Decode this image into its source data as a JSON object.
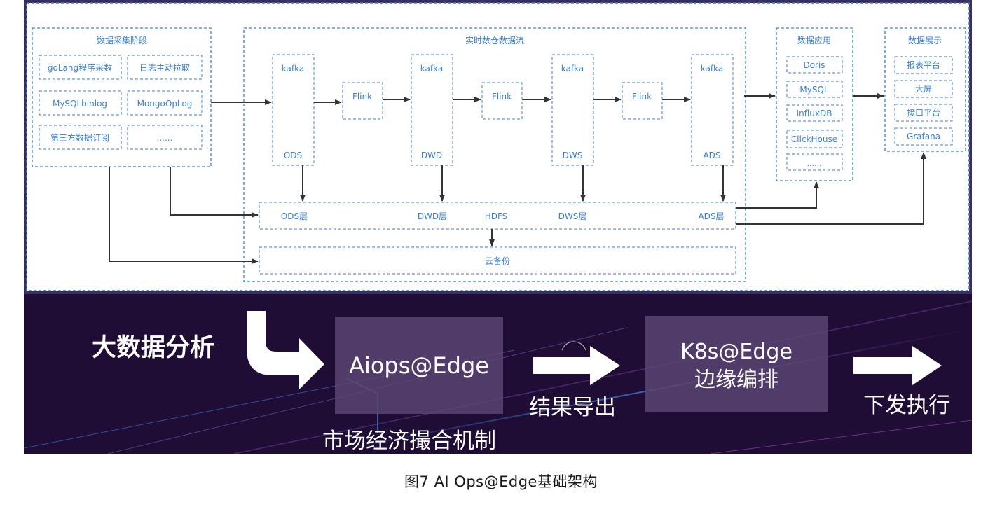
{
  "top_diagram": {
    "collection": {
      "title": "数据采集阶段",
      "sources": [
        "goLang程序采数",
        "日志主动拉取",
        "MySQLbinlog",
        "MongoOpLog",
        "第三方数据订阅",
        "......"
      ]
    },
    "realtime": {
      "title": "实时数仓数据流",
      "kafka_label": "kafka",
      "flink_label": "Flink",
      "layers": [
        "ODS",
        "DWD",
        "DWS",
        "ADS"
      ]
    },
    "storage": {
      "hdfs_layers": [
        "ODS层",
        "DWD层",
        "DWS层",
        "ADS层"
      ],
      "hdfs_label": "HDFS",
      "backup_label": "云备份"
    },
    "application": {
      "title": "数据应用",
      "items": [
        "Doris",
        "MySQL",
        "InfluxDB",
        "ClickHouse",
        "......"
      ]
    },
    "display": {
      "title": "数据展示",
      "items": [
        "报表平台",
        "大屏",
        "接口平台",
        "Grafana"
      ]
    }
  },
  "bottom_flow": {
    "step1": "大数据分析",
    "box1": "Aiops@Edge",
    "sub1": "市场经济撮合机制",
    "step2": "结果导出",
    "box2_line1": "K8s@Edge",
    "box2_line2": "边缘编排",
    "step3": "下发执行"
  },
  "caption": "图7 AI Ops@Edge基础架构",
  "colors": {
    "diagram_blue": "#3a7fd6",
    "arrow": "#333333",
    "dark_bg": "#1f0d35",
    "box_fill": "#5a4572"
  }
}
